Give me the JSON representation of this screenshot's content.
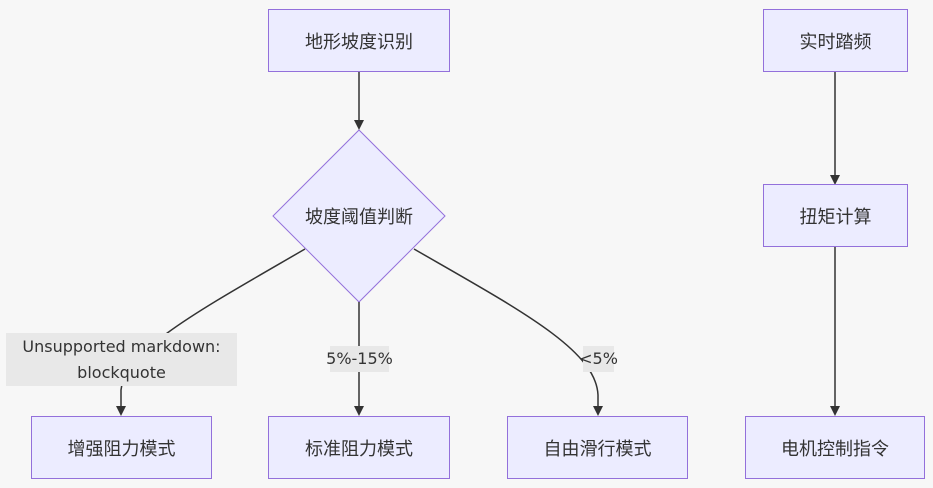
{
  "nodes": {
    "terrain": "地形坡度识别",
    "decision": "坡度阈值判断",
    "enhanced": "增强阻力模式",
    "standard": "标准阻力模式",
    "freewheel": "自由滑行模式",
    "cadence": "实时踏频",
    "torque": "扭矩计算",
    "motor": "电机控制指令"
  },
  "edges": {
    "left_label": "Unsupported markdown: blockquote",
    "middle_label": "5%-15%",
    "right_label": "<5%"
  },
  "colors": {
    "node_fill": "#ececff",
    "node_stroke": "#9370db",
    "edge": "#333333",
    "label_bg": "#e8e8e8"
  }
}
